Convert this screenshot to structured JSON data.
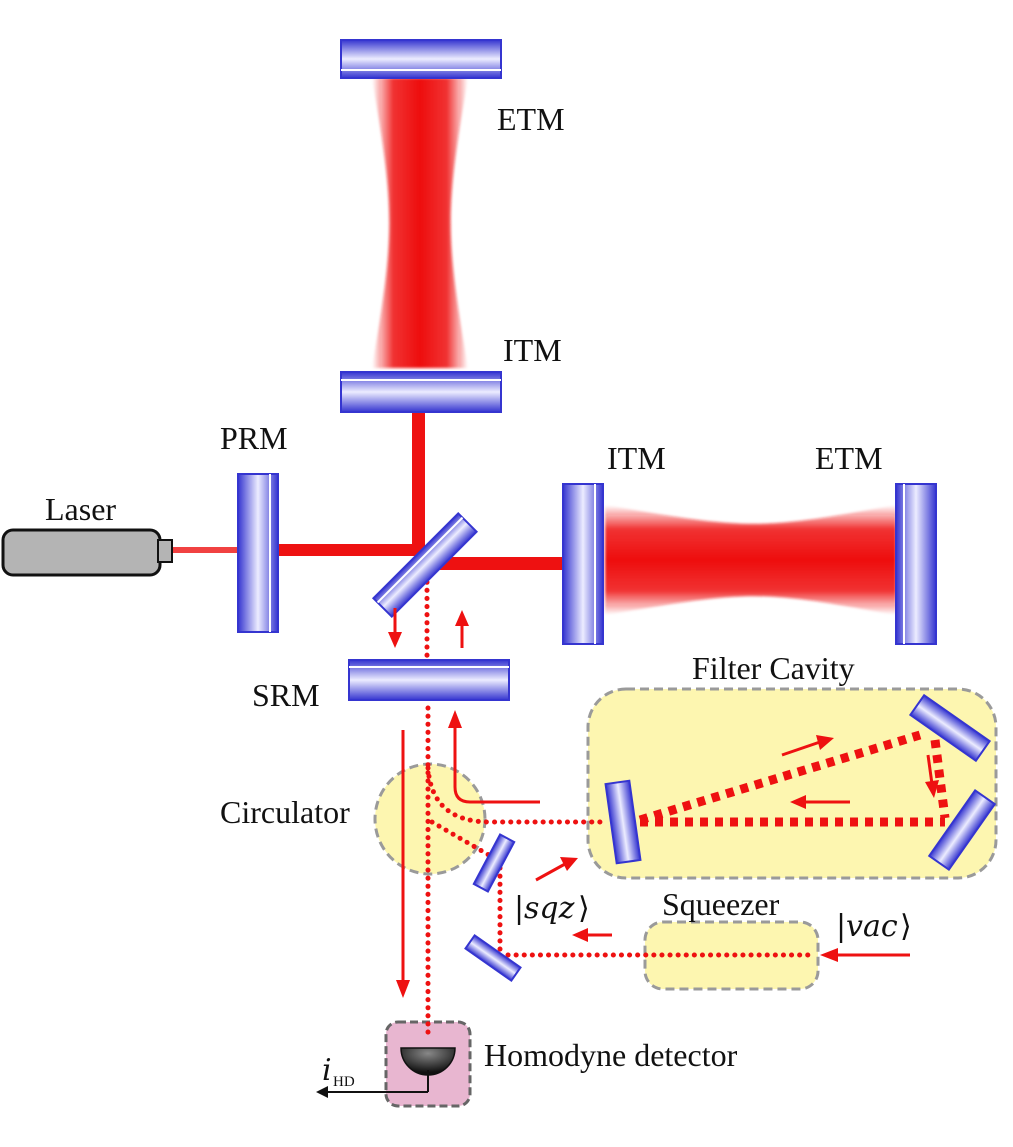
{
  "labels": {
    "etm_top": "ETM",
    "itm_top": "ITM",
    "prm": "PRM",
    "itm_right": "ITM",
    "etm_right": "ETM",
    "laser": "Laser",
    "srm": "SRM",
    "filter_cavity": "Filter Cavity",
    "circulator": "Circulator",
    "squeezer": "Squeezer",
    "homodyne_detector": "Homodyne detector"
  },
  "states": {
    "sqz": "sqz",
    "vac": "vac"
  },
  "output": {
    "symbol": "i",
    "subscript": "HD"
  },
  "colors": {
    "beam": "#ee1111",
    "mirror_edge": "#3a3ad6",
    "mirror_light": "#e8e8ff",
    "box_fill": "#fdf6b0",
    "box_stroke": "#999999",
    "laser_body": "#b4b4b4",
    "detector_fill": "#e8b6d0"
  }
}
